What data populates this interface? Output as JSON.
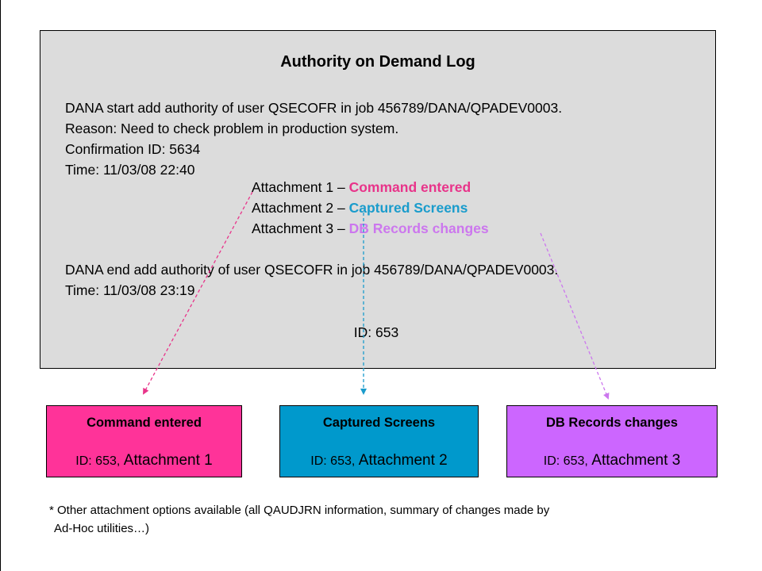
{
  "log": {
    "title": "Authority on Demand Log",
    "start_line": "DANA start add authority of user QSECOFR in job 456789/DANA/QPADEV0003.",
    "reason_line": "Reason: Need to check problem in production system.",
    "confirmation_line": "Confirmation ID: 5634",
    "start_time_line": "Time: 11/03/08 22:40",
    "attachments": [
      {
        "prefix": "Attachment 1 – ",
        "name": "Command entered",
        "color": "#e8348a"
      },
      {
        "prefix": "Attachment 2 – ",
        "name": "Captured Screens",
        "color": "#1a9ccc"
      },
      {
        "prefix": "Attachment 3 – ",
        "name": "DB Records changes",
        "color": "#cc77ee"
      }
    ],
    "end_line": "DANA end add authority of user QSECOFR in job 456789/DANA/QPADEV0003.",
    "end_time_line": "Time: 11/03/08 23:19",
    "id_line": "ID: 653"
  },
  "boxes": [
    {
      "title": "Command entered",
      "id_text": "ID: 653, ",
      "attachment_text": "Attachment 1",
      "bg": "#ff3399"
    },
    {
      "title": "Captured Screens",
      "id_text": "ID: 653, ",
      "attachment_text": "Attachment 2",
      "bg": "#0099cc"
    },
    {
      "title": "DB Records changes",
      "id_text": "ID: 653, ",
      "attachment_text": "Attachment 3",
      "bg": "#cc66ff"
    }
  ],
  "footnote": {
    "line1": "* Other attachment options available (all QAUDJRN information, summary of changes made by",
    "line2": "Ad-Hoc utilities…)"
  },
  "colors": {
    "panel_bg": "#dcdcdc",
    "arrow_pink": "#e8348a",
    "arrow_blue": "#1a9ccc",
    "arrow_violet": "#cc77ee"
  }
}
